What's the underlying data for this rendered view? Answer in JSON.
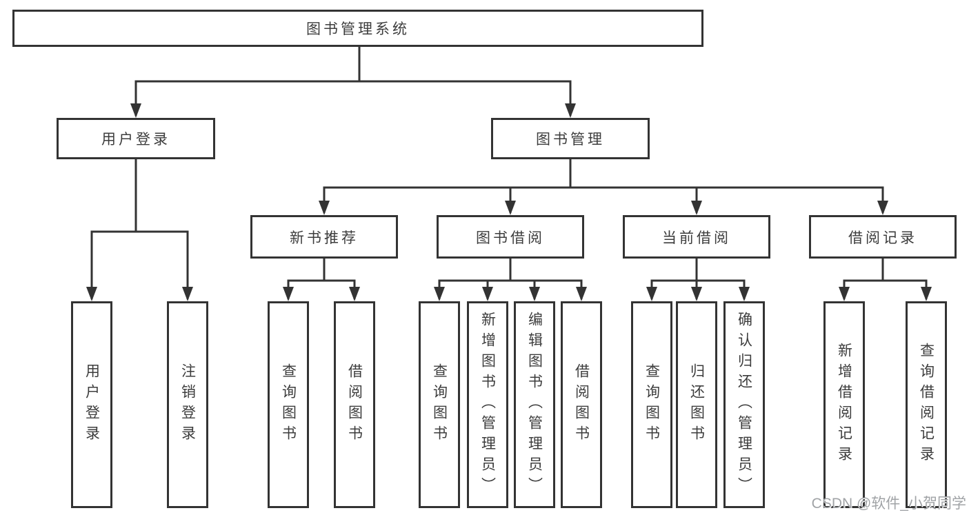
{
  "tree": {
    "label": "图书管理系统",
    "children": [
      {
        "label": "用户登录",
        "children": [
          {
            "label": "用户登录"
          },
          {
            "label": "注销登录"
          }
        ]
      },
      {
        "label": "图书管理",
        "children": [
          {
            "label": "新书推荐",
            "children": [
              {
                "label": "查询图书"
              },
              {
                "label": "借阅图书"
              }
            ]
          },
          {
            "label": "图书借阅",
            "children": [
              {
                "label": "查询图书"
              },
              {
                "label": "新增图书（管理员）"
              },
              {
                "label": "编辑图书（管理员）"
              },
              {
                "label": "借阅图书"
              }
            ]
          },
          {
            "label": "当前借阅",
            "children": [
              {
                "label": "查询图书"
              },
              {
                "label": "归还图书"
              },
              {
                "label": "确认归还（管理员）"
              }
            ]
          },
          {
            "label": "借阅记录",
            "children": [
              {
                "label": "新增借阅记录"
              },
              {
                "label": "查询借阅记录"
              }
            ]
          }
        ]
      }
    ]
  },
  "watermark": {
    "text": "CSDN @软件_小贺同学"
  },
  "colors": {
    "line": "#333333",
    "border": "#333333",
    "text": "#3c3c3c",
    "watermark": "#a0a3a6",
    "background": "#ffffff"
  }
}
